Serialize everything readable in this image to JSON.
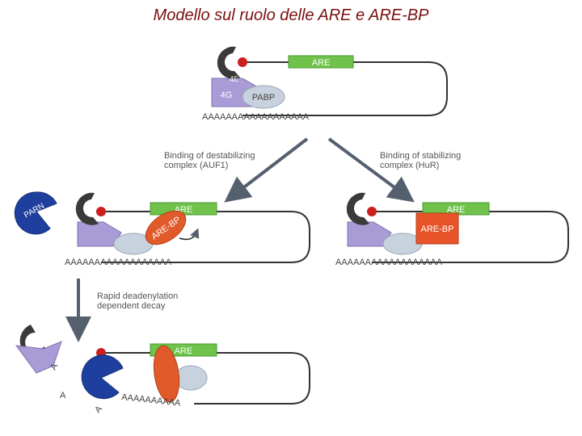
{
  "title": "Modello sul ruolo delle ARE e ARE-BP",
  "labels": {
    "are": "ARE",
    "are_bp": "ARE-BP",
    "eif4e": "4E",
    "eif4g": "4G",
    "pabp": "PABP",
    "parn": "PARN",
    "polya_long": "AAAAAAAAAAAAAAAAAA",
    "polya_short": "AAAAAAAAAA",
    "a": "A"
  },
  "captions": {
    "destabilizing_line1": "Binding of destabilizing",
    "destabilizing_line2": "complex (AUF1)",
    "stabilizing_line1": "Binding of stabilizing",
    "stabilizing_line2": "complex (HuR)",
    "decay_line1": "Rapid deadenylation",
    "decay_line2": "dependent decay"
  },
  "colors": {
    "title": "#7a0f0f",
    "are_box": "#6fc24a",
    "are_bp_stabilizing": "#e8542a",
    "are_bp_destabilizing": "#e05a2a",
    "eif4g": "#a99bd6",
    "pabp": "#c8d2de",
    "cap_protein": "#3a3a3a",
    "cap_dot": "#cc1f1f",
    "parn": "#1f3f9f",
    "arrow": "#55606e"
  }
}
